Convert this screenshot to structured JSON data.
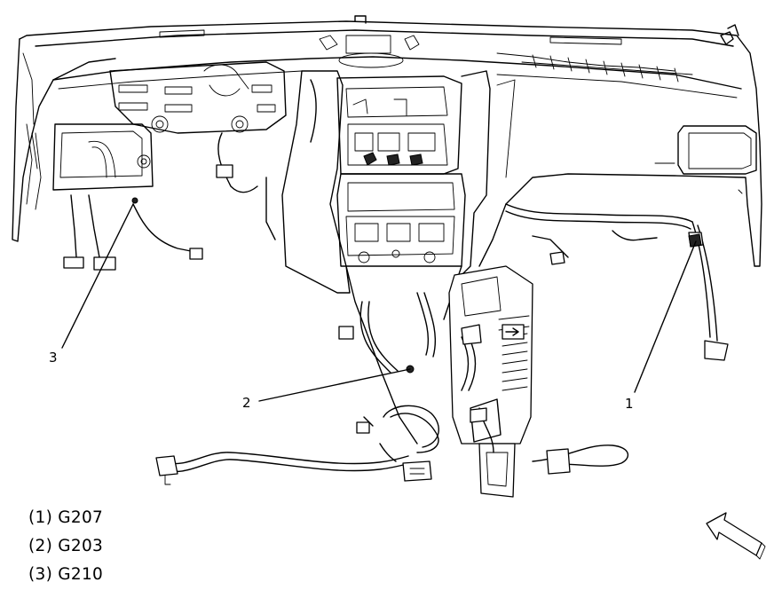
{
  "callouts": [
    {
      "number": "1",
      "code": "G207"
    },
    {
      "number": "2",
      "code": "G203"
    },
    {
      "number": "3",
      "code": "G210"
    }
  ],
  "legend": [
    "(1) G207",
    "(2) G203",
    "(3) G210"
  ],
  "icons": {
    "view_arrow": "front-view-arrow-icon"
  }
}
